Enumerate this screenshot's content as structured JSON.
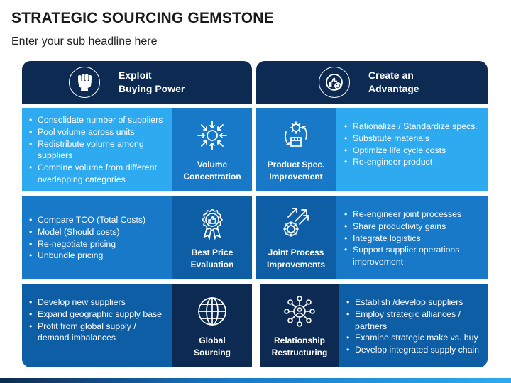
{
  "title": "STRATEGIC SOURCING GEMSTONE",
  "subtitle": "Enter your sub headline here",
  "headers": [
    {
      "line1": "Exploit",
      "line2": "Buying Power",
      "icon": "fist-icon"
    },
    {
      "line1": "Create an",
      "line2": "Advantage",
      "icon": "thumbs-up-plus-icon"
    }
  ],
  "cards": {
    "volume": {
      "label1": "Volume",
      "label2": "Concentration",
      "icon": "arrows-inward-icon",
      "bullets": [
        "Consolidate number of suppliers",
        "Pool volume across units",
        "Redistribute volume among suppliers",
        "Combine volume from different overlapping categories"
      ]
    },
    "product": {
      "label1": "Product Spec.",
      "label2": "Improvement",
      "icon": "gear-box-cycle-icon",
      "bullets": [
        "Rationalize / Standardize specs.",
        "Substitute materials",
        "Optimize life cycle costs",
        "Re-engineer product"
      ]
    },
    "price": {
      "label1": "Best Price",
      "label2": "Evaluation",
      "icon": "thumbs-up-badge-icon",
      "bullets": [
        "Compare TCO (Total Costs)",
        "Model (Should costs)",
        "Re-negotiate pricing",
        "Unbundle pricing"
      ]
    },
    "joint": {
      "label1": "Joint Process",
      "label2": "Improvements",
      "icon": "gear-arrows-icon",
      "bullets": [
        "Re-engineer joint processes",
        "Share productivity gains",
        "Integrate logistics",
        "Support supplier operations improvement"
      ]
    },
    "global": {
      "label1": "Global",
      "label2": "Sourcing",
      "icon": "globe-icon",
      "bullets": [
        "Develop new suppliers",
        "Expand geographic supply base",
        "Profit from global supply / demand imbalances"
      ]
    },
    "relationship": {
      "label1": "Relationship",
      "label2": "Restructuring",
      "icon": "network-person-icon",
      "bullets": [
        "Establish /develop suppliers",
        "Employ strategic alliances / partners",
        "Examine strategic make vs. buy",
        "Develop integrated supply chain"
      ]
    }
  },
  "colors": {
    "navy": "#0d2a52",
    "light_blue": "#2eaaf0",
    "mid_blue": "#1779c8",
    "dark_blue": "#0e5ea6"
  }
}
